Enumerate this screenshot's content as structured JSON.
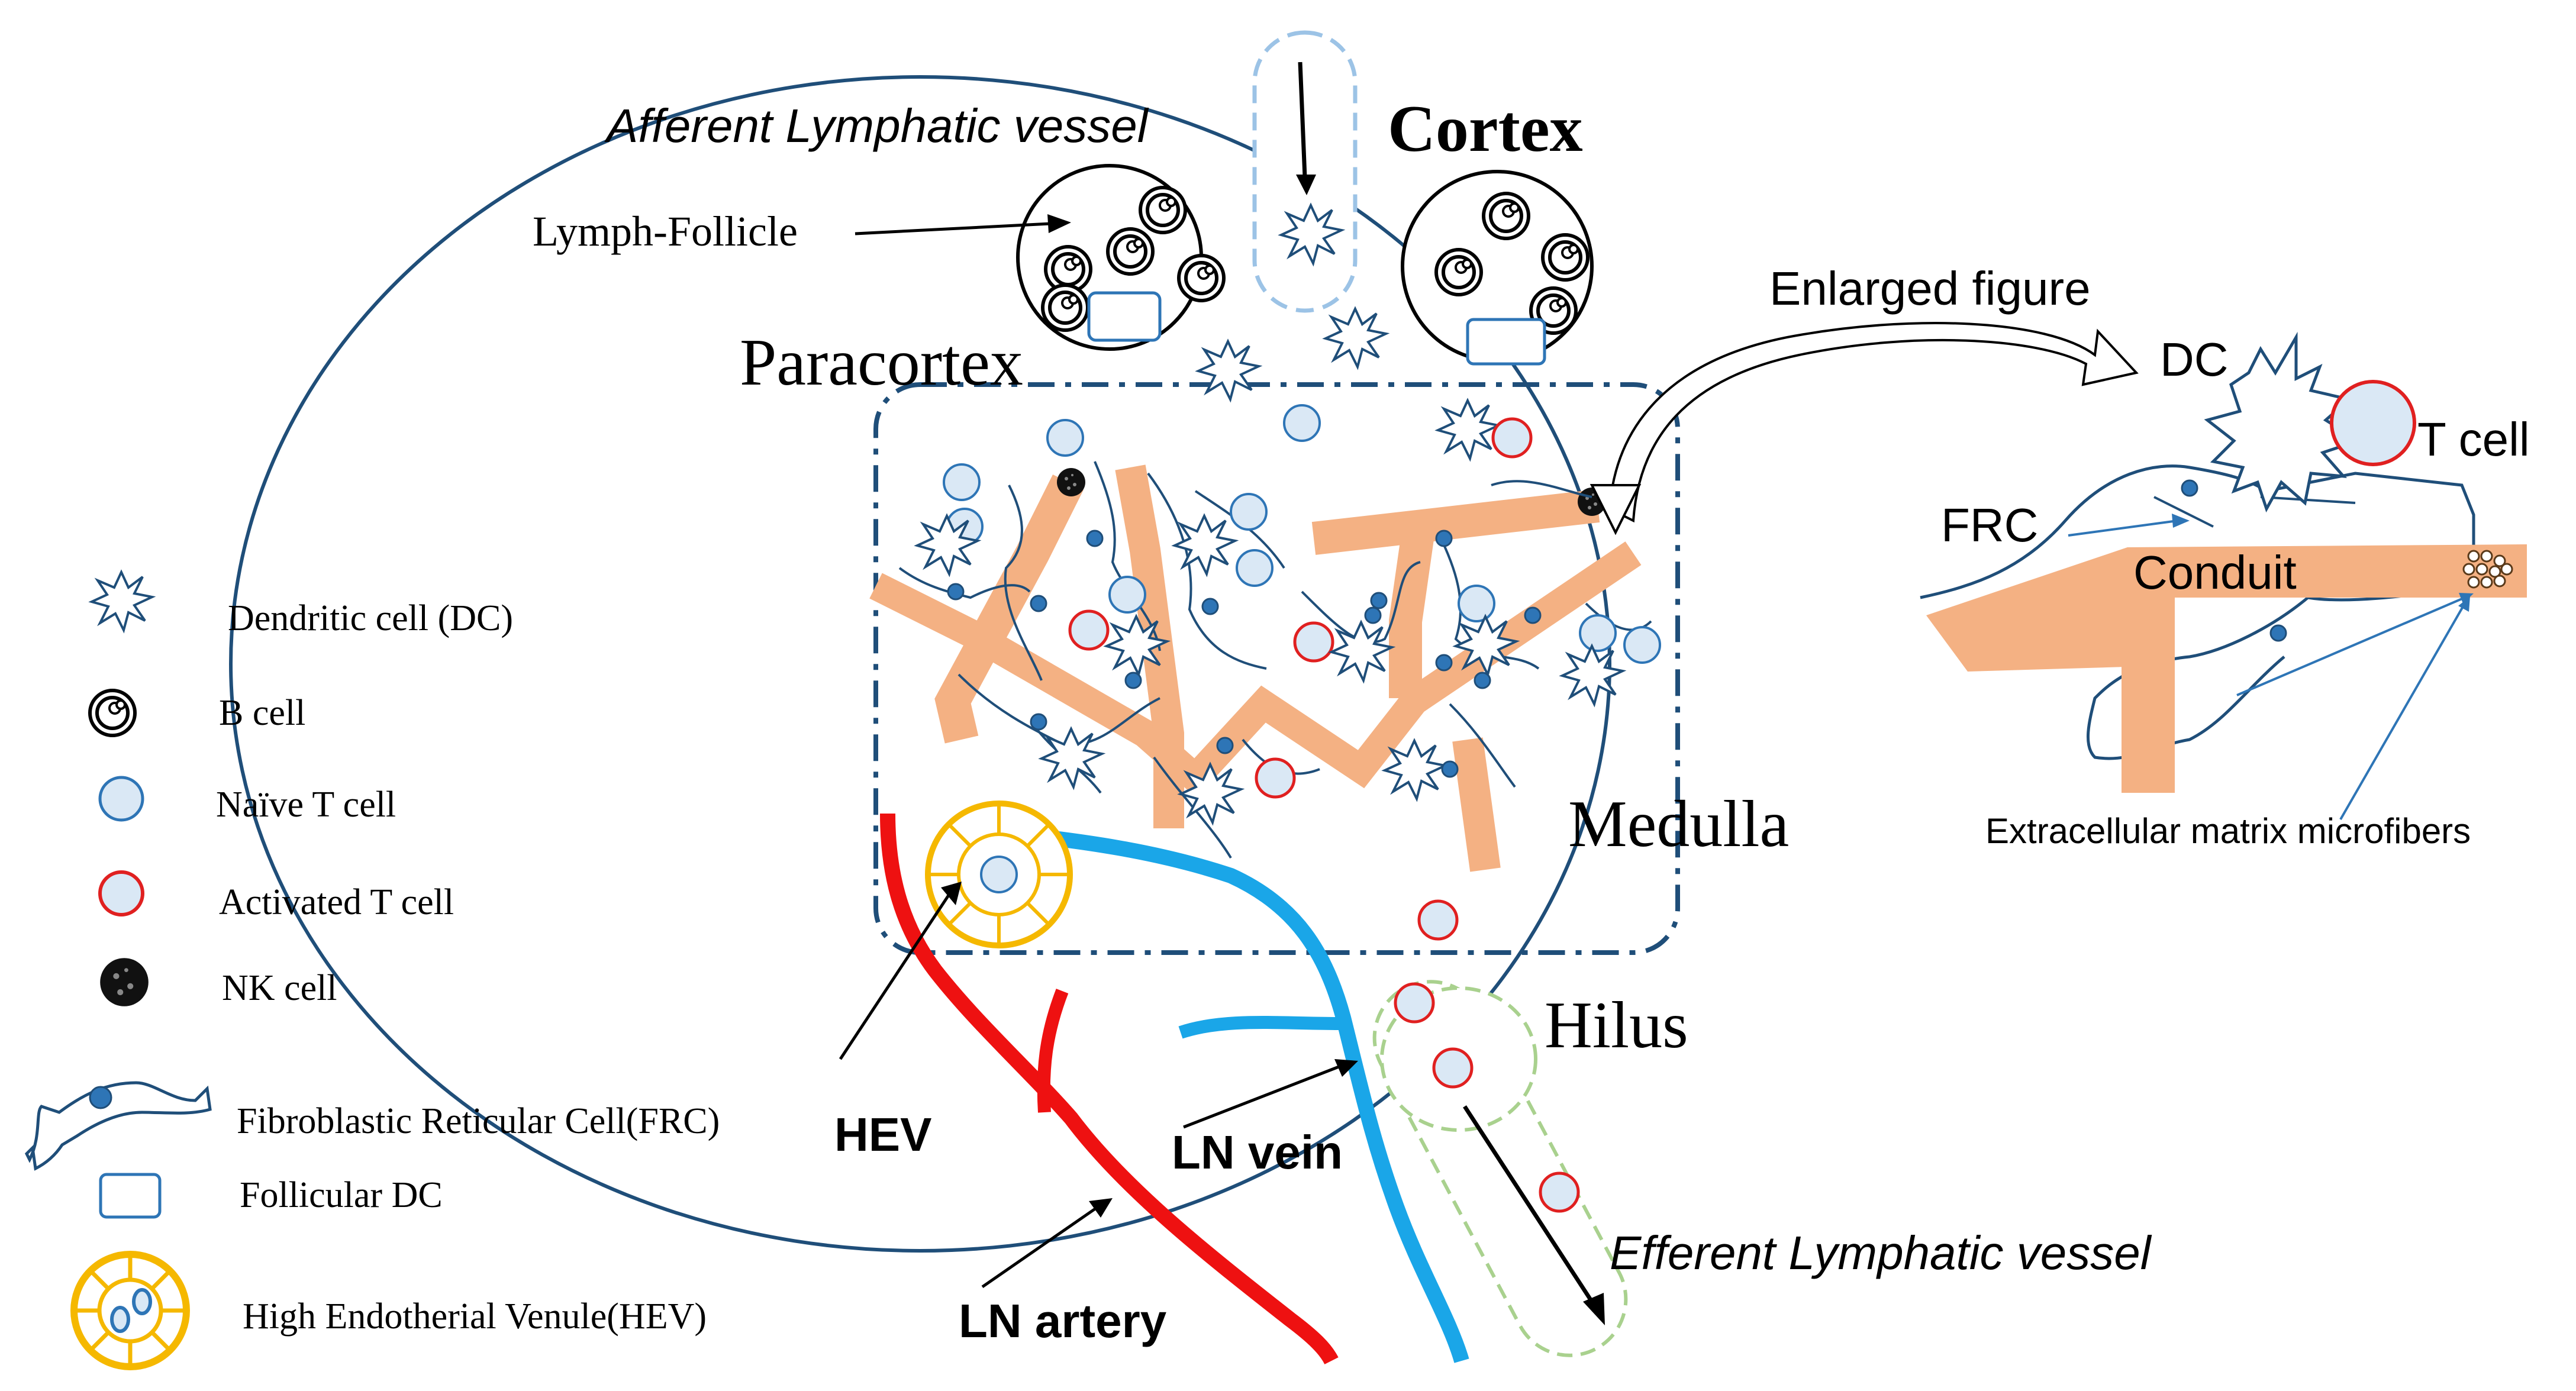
{
  "labels": {
    "afferent": "Afferent Lymphatic vessel",
    "cortex": "Cortex",
    "lymph_follicle": "Lymph-Follicle",
    "paracortex": "Paracortex",
    "enlarged_figure": "Enlarged figure",
    "medulla": "Medulla",
    "hilus": "Hilus",
    "hev": "HEV",
    "ln_vein": "LN vein",
    "ln_artery": "LN artery",
    "efferent": "Efferent Lymphatic vessel"
  },
  "legend": [
    {
      "icon": "dendritic-cell-icon",
      "label": "Dendritic cell (DC)"
    },
    {
      "icon": "b-cell-icon",
      "label": "B cell"
    },
    {
      "icon": "naive-t-cell-icon",
      "label": "Naïve T cell"
    },
    {
      "icon": "activated-t-cell-icon",
      "label": "Activated T cell"
    },
    {
      "icon": "nk-cell-icon",
      "label": "NK cell"
    },
    {
      "icon": "frc-icon",
      "label": "Fibroblastic Reticular Cell(FRC)"
    },
    {
      "icon": "follicular-dc-icon",
      "label": "Follicular DC"
    },
    {
      "icon": "hev-icon",
      "label": "High Endotherial Venule(HEV)"
    }
  ],
  "enlarged": {
    "dc": "DC",
    "t_cell": "T cell",
    "frc": "FRC",
    "conduit": "Conduit",
    "ecm": "Extracellular matrix microfibers"
  },
  "colors": {
    "outline": "#1f4e79",
    "naive_fill": "#dae8f5",
    "activated": "#e02020",
    "conduit": "#f4b183",
    "vein": "#1aa6e8",
    "artery": "#ee1111",
    "hev": "#f5b800",
    "afferent": "#9cc3e6",
    "efferent": "#a9d18e"
  }
}
